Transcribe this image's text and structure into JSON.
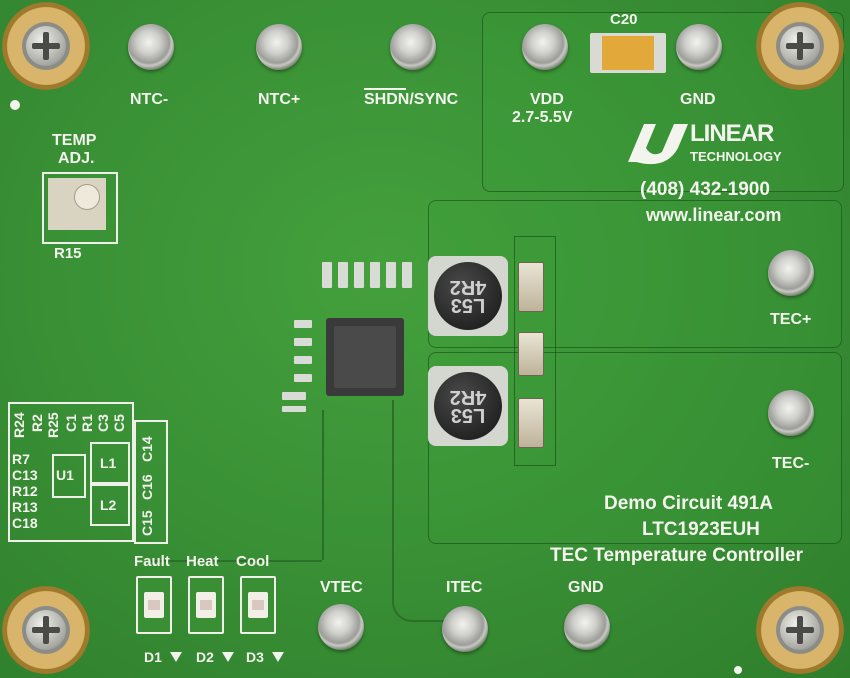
{
  "board": {
    "terminals": {
      "ntc_minus": "NTC-",
      "ntc_plus": "NTC+",
      "shdn_sync": "SHDN/SYNC",
      "vdd": "VDD",
      "vdd_range": "2.7-5.5V",
      "gnd_top": "GND",
      "tec_plus": "TEC+",
      "tec_minus": "TEC-",
      "vtec": "VTEC",
      "itec": "ITEC",
      "gnd_bottom": "GND"
    },
    "components": {
      "c20": "C20",
      "temp_adj_line1": "TEMP",
      "temp_adj_line2": "ADJ.",
      "r15": "R15",
      "inductor_top": "L53 4R2",
      "inductor_bottom": "L53 4R2",
      "fault": "Fault",
      "heat": "Heat",
      "cool": "Cool",
      "d1": "D1",
      "d2": "D2",
      "d3": "D3",
      "refdes_vertical": [
        "R24",
        "R2",
        "R25",
        "C1",
        "R1",
        "C3",
        "C5"
      ],
      "refdes_left": [
        "R7",
        "C13",
        "R12",
        "R13",
        "C18"
      ],
      "u1": "U1",
      "l1": "L1",
      "l2": "L2",
      "refdes_col": [
        "C15",
        "C16",
        "C14"
      ]
    },
    "brand": {
      "logo_line1": "LINEAR",
      "logo_line2": "TECHNOLOGY",
      "phone": "(408) 432-1900",
      "website": "www.linear.com"
    },
    "title": {
      "line1": "Demo Circuit 491A",
      "line2": "LTC1923EUH",
      "line3": "TEC Temperature Controller"
    },
    "colors": {
      "pcb_green": "#3a9236",
      "silkscreen": "#f4f4ee",
      "gold": "#d8b56a"
    }
  }
}
